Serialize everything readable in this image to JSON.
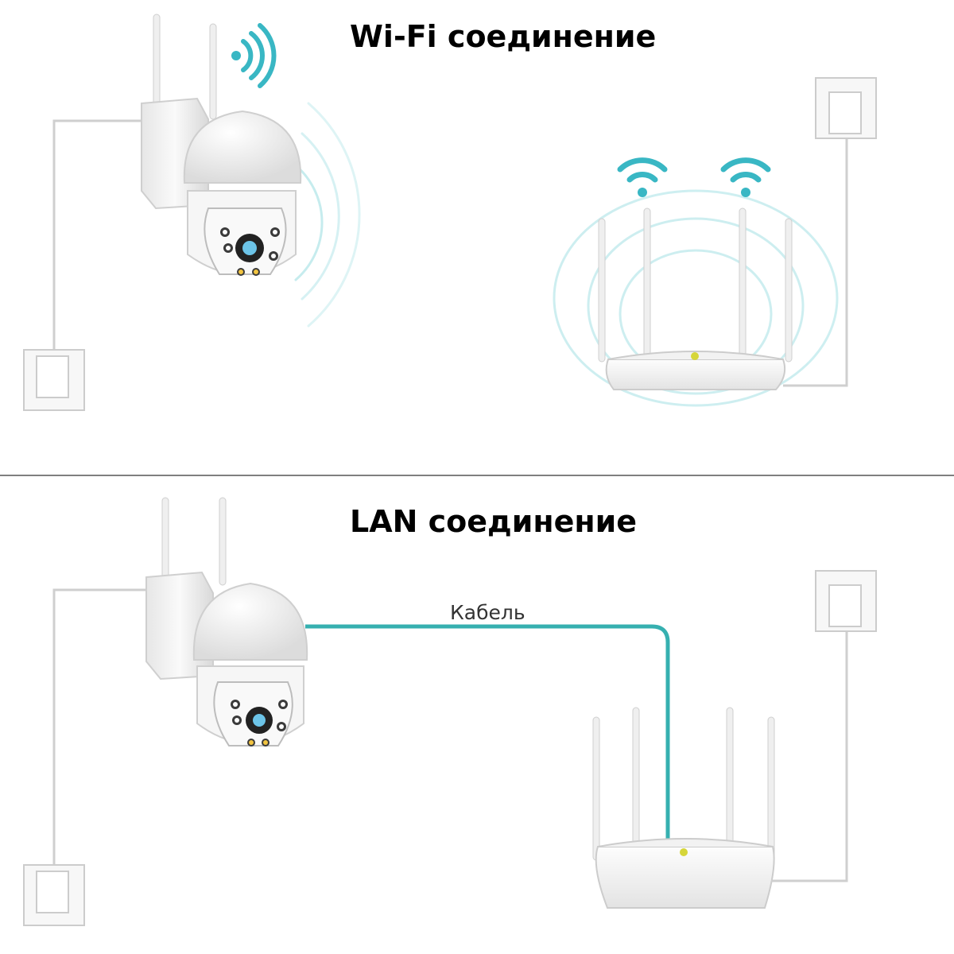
{
  "sections": {
    "wifi": {
      "title": "Wi-Fi соединение"
    },
    "lan": {
      "title": "LAN соединение",
      "cable_label": "Кабель"
    }
  },
  "colors": {
    "signal": "#5cc9cf",
    "cable": "#36b0b0",
    "device": "#f4f4f4",
    "outline": "#c9c9c9",
    "divider": "#555555"
  },
  "icons": [
    "camera-icon",
    "router-icon",
    "wall-socket-icon",
    "wifi-signal-icon",
    "signal-wave-icon",
    "cable-icon"
  ]
}
